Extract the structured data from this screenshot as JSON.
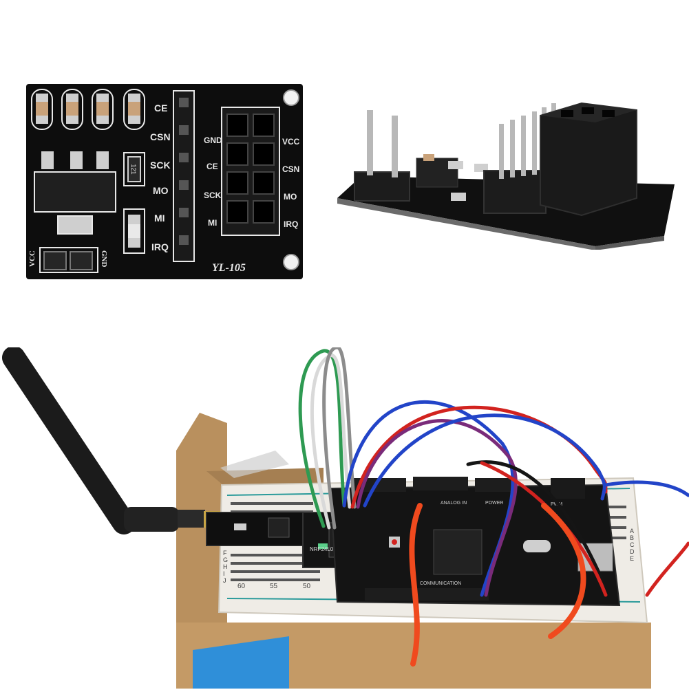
{
  "colors": {
    "pcb": "#0d0d0d",
    "silkscreen": "#e8e8e8",
    "pad": "#cfcfcf",
    "cap_body": "#c9a27a",
    "header_plastic": "#1a1a1a",
    "pin_metal": "#b8b8b8",
    "cardboard": "#b9905e",
    "breadboard": "#efece6",
    "arduino": "#141414",
    "antenna": "#1b1b1b",
    "wire_red": "#d2231f",
    "wire_blue": "#2244c8",
    "wire_green": "#2e9a52",
    "wire_white": "#d9d9d9",
    "wire_gray": "#8c8c8c",
    "wire_purple": "#7a2b7a",
    "wire_orange": "#f04a1e",
    "wire_black": "#151515",
    "tape_blue": "#2f8fd9"
  },
  "board": {
    "model_label": "YL-105",
    "left_side_labels": [
      "CE",
      "CSN",
      "SCK",
      "MO",
      "MI",
      "IRQ"
    ],
    "socket_inner_labels": [
      "GND",
      "CE",
      "SCK",
      "MI"
    ],
    "socket_outer_labels": [
      "VCC",
      "CSN",
      "MO",
      "IRQ"
    ],
    "power_labels": [
      "VCC",
      "GND"
    ],
    "resistor_code": "121"
  },
  "photo": {
    "module_label": "NRF24L01",
    "arduino_header_labels": [
      "ANALOG IN",
      "COMMUNICATION",
      "POWER",
      "PWM"
    ],
    "breadboard_numbers": [
      "60",
      "55",
      "50"
    ],
    "breadboard_letters": [
      "F",
      "G",
      "H",
      "I",
      "J"
    ],
    "breadboard_letters_right": [
      "A",
      "B",
      "C",
      "D",
      "E"
    ]
  }
}
